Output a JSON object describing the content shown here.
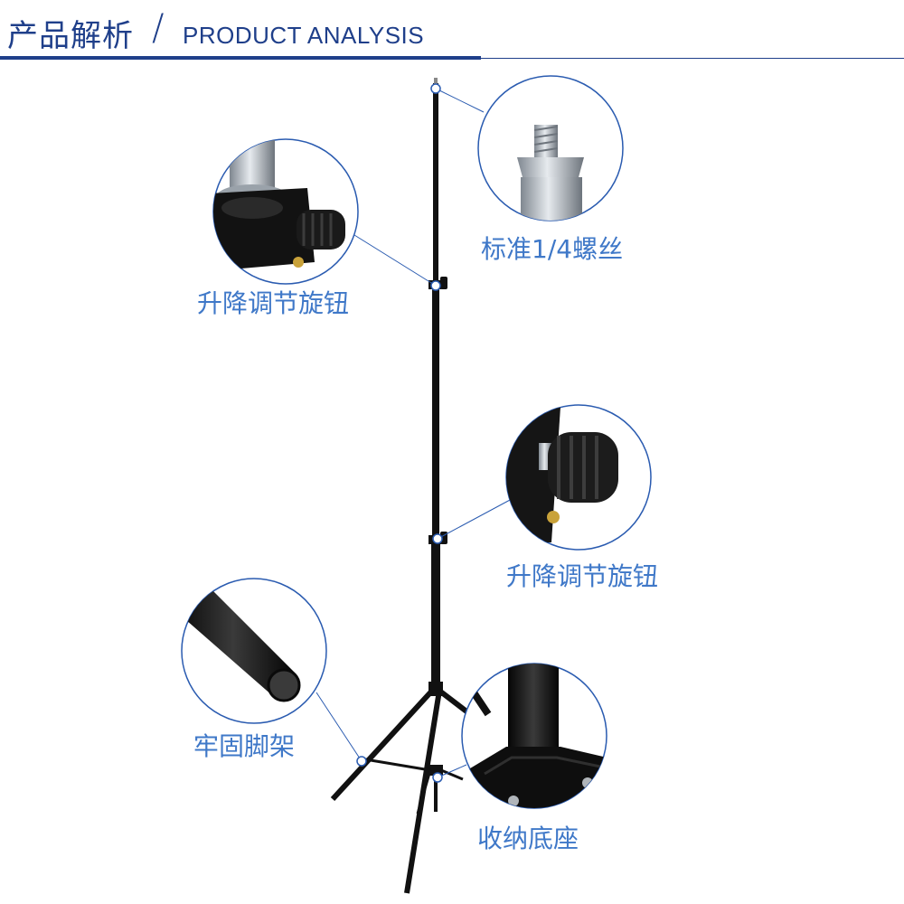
{
  "header": {
    "title_cn": "产品解析",
    "slash": "/",
    "title_en": "PRODUCT ANALYSIS",
    "accent_color": "#1f3f8a"
  },
  "callouts": {
    "top_screw": {
      "label": "标准1/4螺丝",
      "icon": "screw-icon"
    },
    "knob_upper": {
      "label": "升降调节旋钮",
      "icon": "knob-icon"
    },
    "knob_lower": {
      "label": "升降调节旋钮",
      "icon": "knob-icon"
    },
    "legs": {
      "label": "牢固脚架",
      "icon": "tube-icon"
    },
    "base": {
      "label": "收纳底座",
      "icon": "base-icon"
    }
  },
  "colors": {
    "label": "#3f78c8",
    "circle": "#2a5bb0",
    "stand": "#111111"
  }
}
